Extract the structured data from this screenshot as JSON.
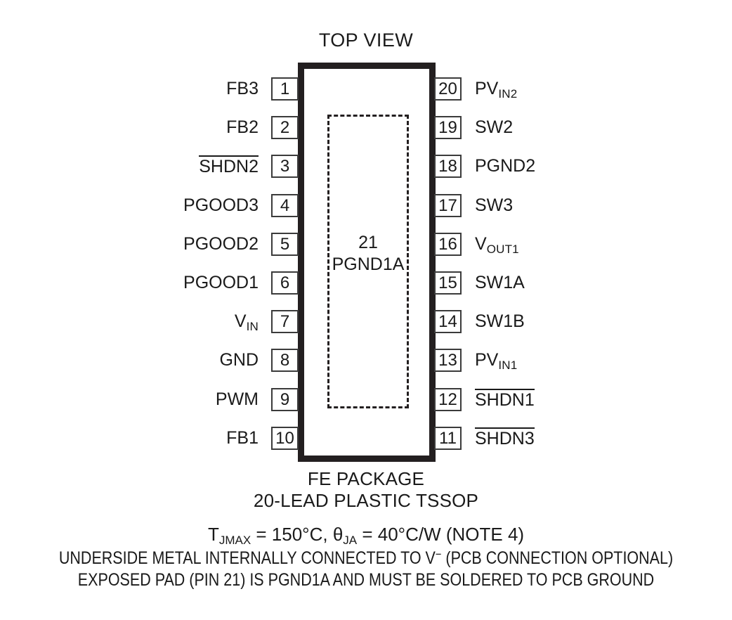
{
  "diagram": {
    "top_caption": "TOP VIEW",
    "package_name": "FE PACKAGE",
    "package_desc": "20-LEAD PLASTIC TSSOP",
    "exposed_pad": {
      "pin_number": "21",
      "pin_name": "PGND1A"
    },
    "thermal": {
      "t_prefix": "T",
      "t_sub": "JMAX",
      "t_value": " = 150°C, ",
      "theta_symbol": "θ",
      "theta_sub": "JA",
      "theta_value": " = 40°C/W (NOTE 4)"
    },
    "notes": {
      "line1_a": "UNDERSIDE METAL INTERNALLY CONNECTED TO V",
      "line1_sup": "−",
      "line1_b": " (PCB CONNECTION OPTIONAL)",
      "line2": "EXPOSED PAD (PIN 21) IS PGND1A AND MUST BE SOLDERED TO PCB GROUND"
    },
    "pins_left": [
      {
        "number": "1",
        "name": "FB3",
        "overline": false,
        "sub": ""
      },
      {
        "number": "2",
        "name": "FB2",
        "overline": false,
        "sub": ""
      },
      {
        "number": "3",
        "name": "SHDN2",
        "overline": true,
        "sub": ""
      },
      {
        "number": "4",
        "name": "PGOOD3",
        "overline": false,
        "sub": ""
      },
      {
        "number": "5",
        "name": "PGOOD2",
        "overline": false,
        "sub": ""
      },
      {
        "number": "6",
        "name": "PGOOD1",
        "overline": false,
        "sub": ""
      },
      {
        "number": "7",
        "name": "V",
        "overline": false,
        "sub": "IN"
      },
      {
        "number": "8",
        "name": "GND",
        "overline": false,
        "sub": ""
      },
      {
        "number": "9",
        "name": "PWM",
        "overline": false,
        "sub": ""
      },
      {
        "number": "10",
        "name": "FB1",
        "overline": false,
        "sub": ""
      }
    ],
    "pins_right": [
      {
        "number": "20",
        "name": "PV",
        "overline": false,
        "sub": "IN2"
      },
      {
        "number": "19",
        "name": "SW2",
        "overline": false,
        "sub": ""
      },
      {
        "number": "18",
        "name": "PGND2",
        "overline": false,
        "sub": ""
      },
      {
        "number": "17",
        "name": "SW3",
        "overline": false,
        "sub": ""
      },
      {
        "number": "16",
        "name": "V",
        "overline": false,
        "sub": "OUT1"
      },
      {
        "number": "15",
        "name": "SW1A",
        "overline": false,
        "sub": ""
      },
      {
        "number": "14",
        "name": "SW1B",
        "overline": false,
        "sub": ""
      },
      {
        "number": "13",
        "name": "PV",
        "overline": false,
        "sub": "IN1"
      },
      {
        "number": "12",
        "name": "SHDN1",
        "overline": true,
        "sub": ""
      },
      {
        "number": "11",
        "name": "SHDN3",
        "overline": true,
        "sub": ""
      }
    ],
    "colors": {
      "ink": "#1a1a1a",
      "body_outline": "#231f20",
      "pin_outline": "#3b3b3b",
      "background": "#ffffff"
    }
  }
}
